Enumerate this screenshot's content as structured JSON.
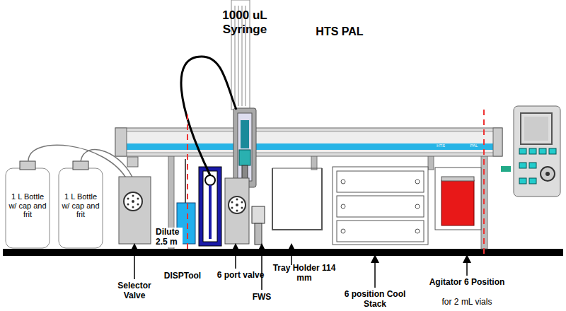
{
  "diagram": {
    "nodes": [
      {
        "text": [
          "1 L Bottle w/ cap and frit"
        ]
      },
      {
        "text": [
          "1 L Bottle w/ cap and frit"
        ]
      }
    ],
    "labels": [
      "1000 uL Syringe",
      "HTS PAL",
      "HTS",
      "PAL",
      "Dilute 2.5 m",
      "Selector Valve",
      "DISPTool",
      "6 port valve",
      "FWS",
      "Tray Holder 114 mm",
      "6 position Cool Stack",
      "Agitator 6 Position",
      "for 2 mL vials"
    ]
  }
}
